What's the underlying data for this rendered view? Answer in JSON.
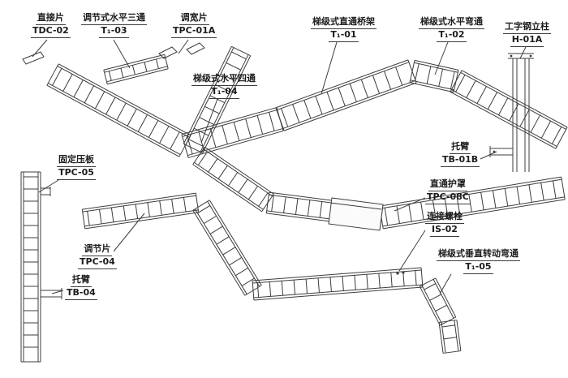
{
  "diagram": {
    "kind": "cable-tray-ladder-system-assembly-diagram",
    "line_color": "#3c3c3c",
    "background": "#ffffff"
  },
  "labels": [
    {
      "name": "直接片",
      "code": "TDC-02"
    },
    {
      "name": "调节式水平三通",
      "code": "T₁-03"
    },
    {
      "name": "调宽片",
      "code": "TPC-01A"
    },
    {
      "name": "梯级式直通桥架",
      "code": "T₁-01"
    },
    {
      "name": "梯级式水平弯通",
      "code": "T₁-02"
    },
    {
      "name": "工字钢立柱",
      "code": "H-01A"
    },
    {
      "name": "梯级式水平四通",
      "code": "T₁-04"
    },
    {
      "name": "固定压板",
      "code": "TPC-05"
    },
    {
      "name": "托臂",
      "code": "TB-01B"
    },
    {
      "name": "直通护罩",
      "code": "TPC-08C"
    },
    {
      "name": "连接螺栓",
      "code": "IS-02"
    },
    {
      "name": "梯级式垂直转动弯通",
      "code": "T₁-05"
    },
    {
      "name": "调节片",
      "code": "TPC-04"
    },
    {
      "name": "托臂",
      "code": "TB-04"
    }
  ]
}
